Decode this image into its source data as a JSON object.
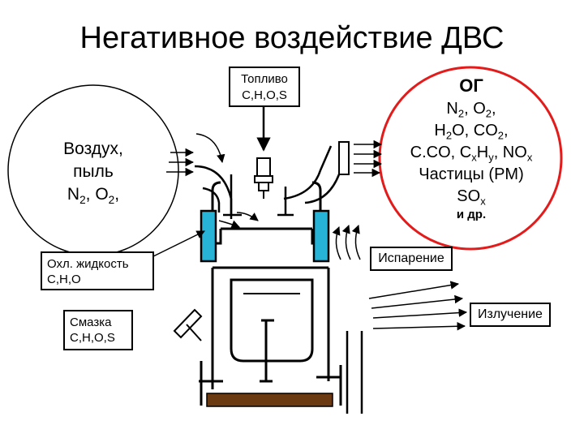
{
  "title": "Негативное воздействие ДВС",
  "fuel": {
    "line1": "Топливо",
    "line2": "C,H,O,S"
  },
  "air": {
    "line1": "Воздух,",
    "line2": "пыль",
    "n2": "N",
    "n2_sub": "2",
    "o2": ", O",
    "o2_sub": "2",
    "tail": ","
  },
  "exhaust": {
    "heading": "ОГ",
    "l1": {
      "a": "N",
      "a_sub": "2",
      "b": ", O",
      "b_sub": "2",
      "c": ","
    },
    "l2": {
      "a": "H",
      "a_sub": "2",
      "b": "O, CO",
      "b_sub": "2",
      "c": ","
    },
    "l3": {
      "a": "C.CO, C",
      "a_sub": "x",
      "b": "H",
      "b_sub": "y",
      "c": ", NO",
      "c_sub": "x"
    },
    "l4": "Частицы (PM)",
    "l5": {
      "a": "SO",
      "a_sub": "x"
    },
    "l6": "и др."
  },
  "coolant": {
    "line1": "Охл. жидкость",
    "line2": "C,H,O"
  },
  "lubricant": {
    "line1": "Смазка",
    "line2": "C,H,O,S"
  },
  "evaporation": "Испарение",
  "radiation": "Излучение",
  "colors": {
    "exhaust_circle": "#e31b1b",
    "cooling_jacket": "#27b3d6",
    "oil_sump": "#6b3a12"
  }
}
